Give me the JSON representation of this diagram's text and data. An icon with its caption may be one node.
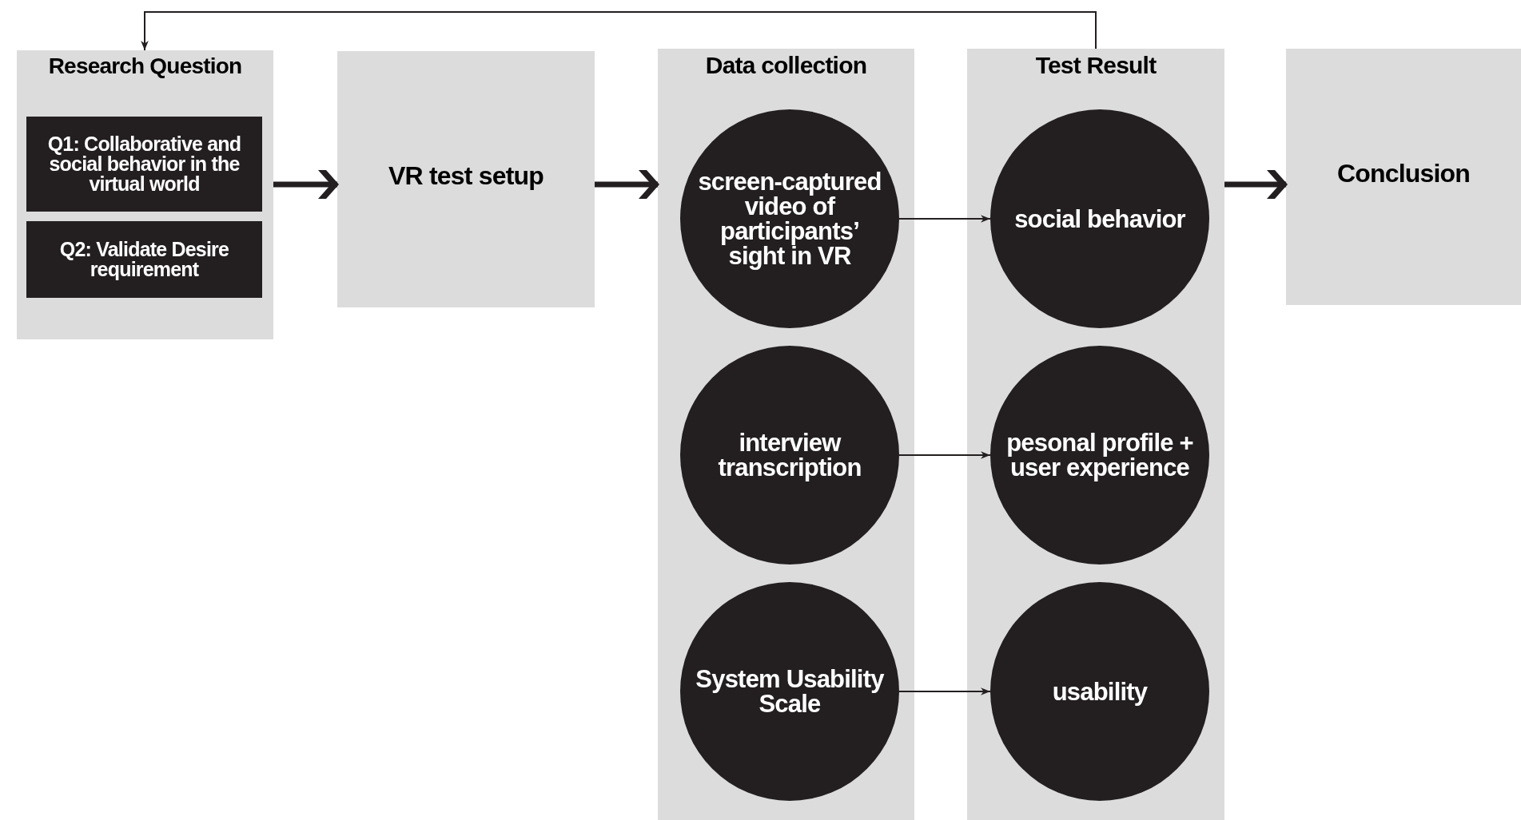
{
  "diagram": {
    "nodes": [
      {
        "text": [
          "Research Question"
        ]
      },
      {
        "text": [
          "Q1: Collaborative and social behavior in the virtual world"
        ],
        "in": 0
      },
      {
        "text": [
          "Q2: Validate Desire requirement"
        ],
        "in": 0
      },
      {
        "text": [
          "VR test setup"
        ]
      },
      {
        "text": [
          "Data collection"
        ]
      },
      {
        "text": [
          "screen-captured video of participants’ sight in VR"
        ],
        "in": 4
      },
      {
        "text": [
          "interview transcription"
        ],
        "in": 4
      },
      {
        "text": [
          "System Usability Scale"
        ],
        "in": 4
      },
      {
        "text": [
          "Test Result"
        ]
      },
      {
        "text": [
          "social behavior"
        ],
        "in": 8
      },
      {
        "text": [
          "pesonal profile + user experience"
        ],
        "in": 8
      },
      {
        "text": [
          "usability"
        ],
        "in": 8
      },
      {
        "text": [
          "Conclusion"
        ]
      }
    ],
    "edges": [
      {
        "from": 0,
        "to": 3,
        "arrow": "to",
        "style": "thick"
      },
      {
        "from": 3,
        "to": 4,
        "arrow": "to",
        "style": "thick"
      },
      {
        "from": 8,
        "to": 12,
        "arrow": "to",
        "style": "thick"
      },
      {
        "from": 5,
        "to": 9,
        "arrow": "to"
      },
      {
        "from": 6,
        "to": 10,
        "arrow": "to"
      },
      {
        "from": 7,
        "to": 11,
        "arrow": "to"
      },
      {
        "from": 8,
        "to": 0,
        "arrow": "to"
      }
    ]
  }
}
